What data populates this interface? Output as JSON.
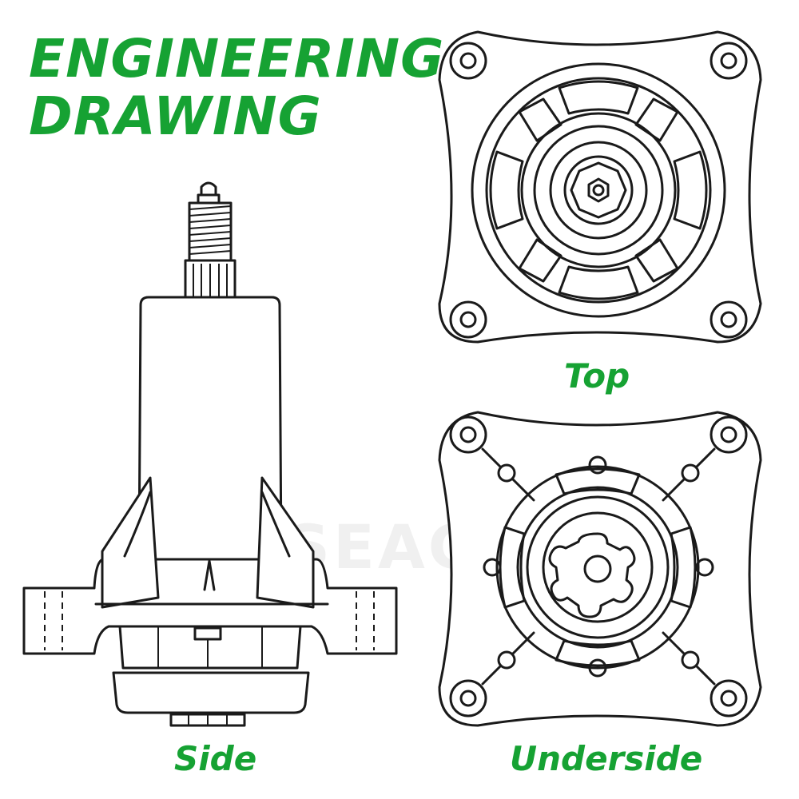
{
  "title": {
    "line1": "ENGINEERING",
    "line2": "DRAWING"
  },
  "views": {
    "top": "Top",
    "side": "Side",
    "underside": "Underside"
  },
  "watermark": "POSEAGLE",
  "colors": {
    "accent": "#16a233",
    "line": "#1a1a1a",
    "watermark": "#f0f0f0"
  }
}
